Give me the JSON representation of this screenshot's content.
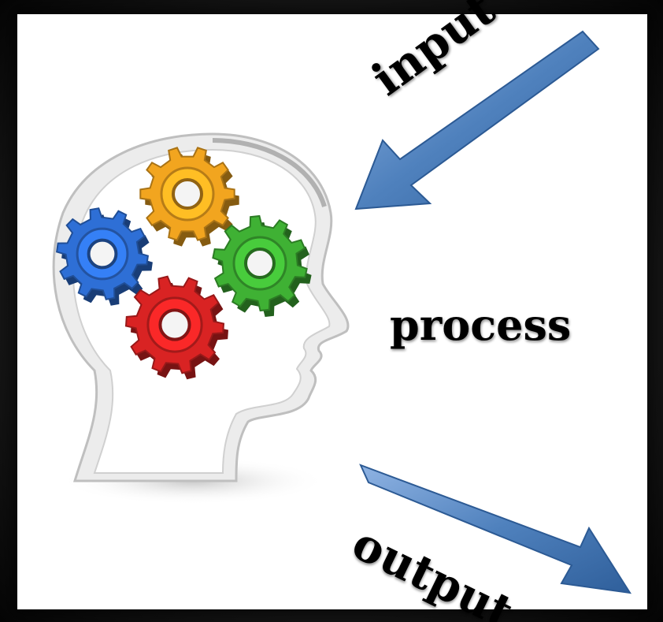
{
  "diagram": {
    "labels": {
      "input": "input",
      "process": "process",
      "output": "output"
    },
    "colors": {
      "arrow": "#4f81bd",
      "gear_orange": "#f2a51f",
      "gear_blue": "#2e6fd6",
      "gear_green": "#3fb134",
      "gear_red": "#d92323",
      "head_outline": "#d9d9d9"
    },
    "icons": {
      "head": "head-silhouette-icon",
      "gears": [
        "orange-gear-icon",
        "blue-gear-icon",
        "green-gear-icon",
        "red-gear-icon"
      ],
      "arrows": [
        "input-arrow-icon",
        "output-arrow-icon"
      ]
    }
  }
}
